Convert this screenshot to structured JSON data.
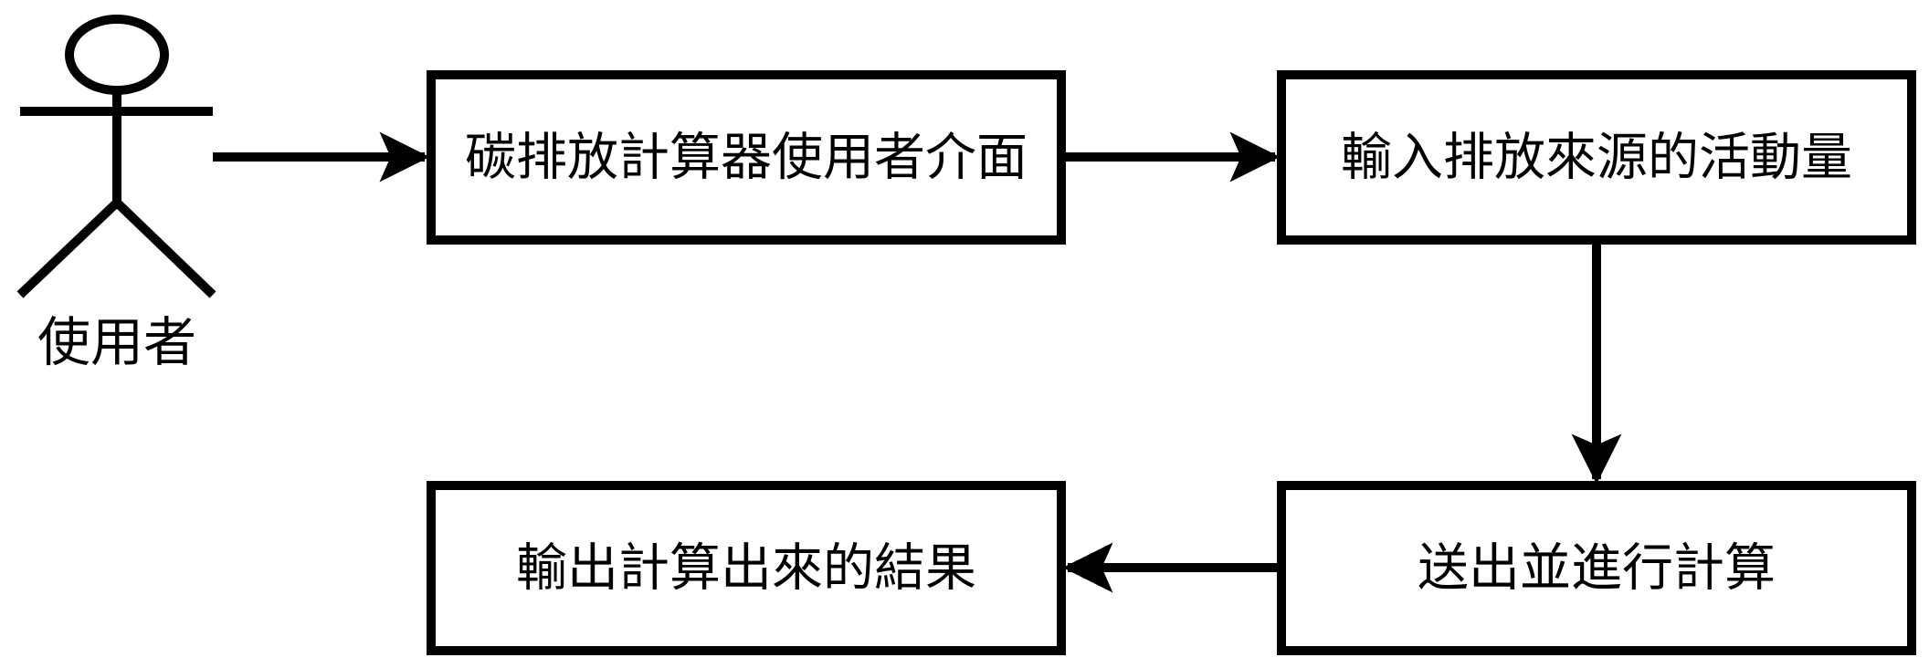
{
  "actor": {
    "label": "使用者"
  },
  "boxes": {
    "interface": "碳排放計算器使用者介面",
    "input": "輸入排放來源的活動量",
    "compute": "送出並進行計算",
    "output": "輸出計算出來的結果"
  },
  "colors": {
    "stroke": "#000000",
    "background": "#ffffff"
  }
}
